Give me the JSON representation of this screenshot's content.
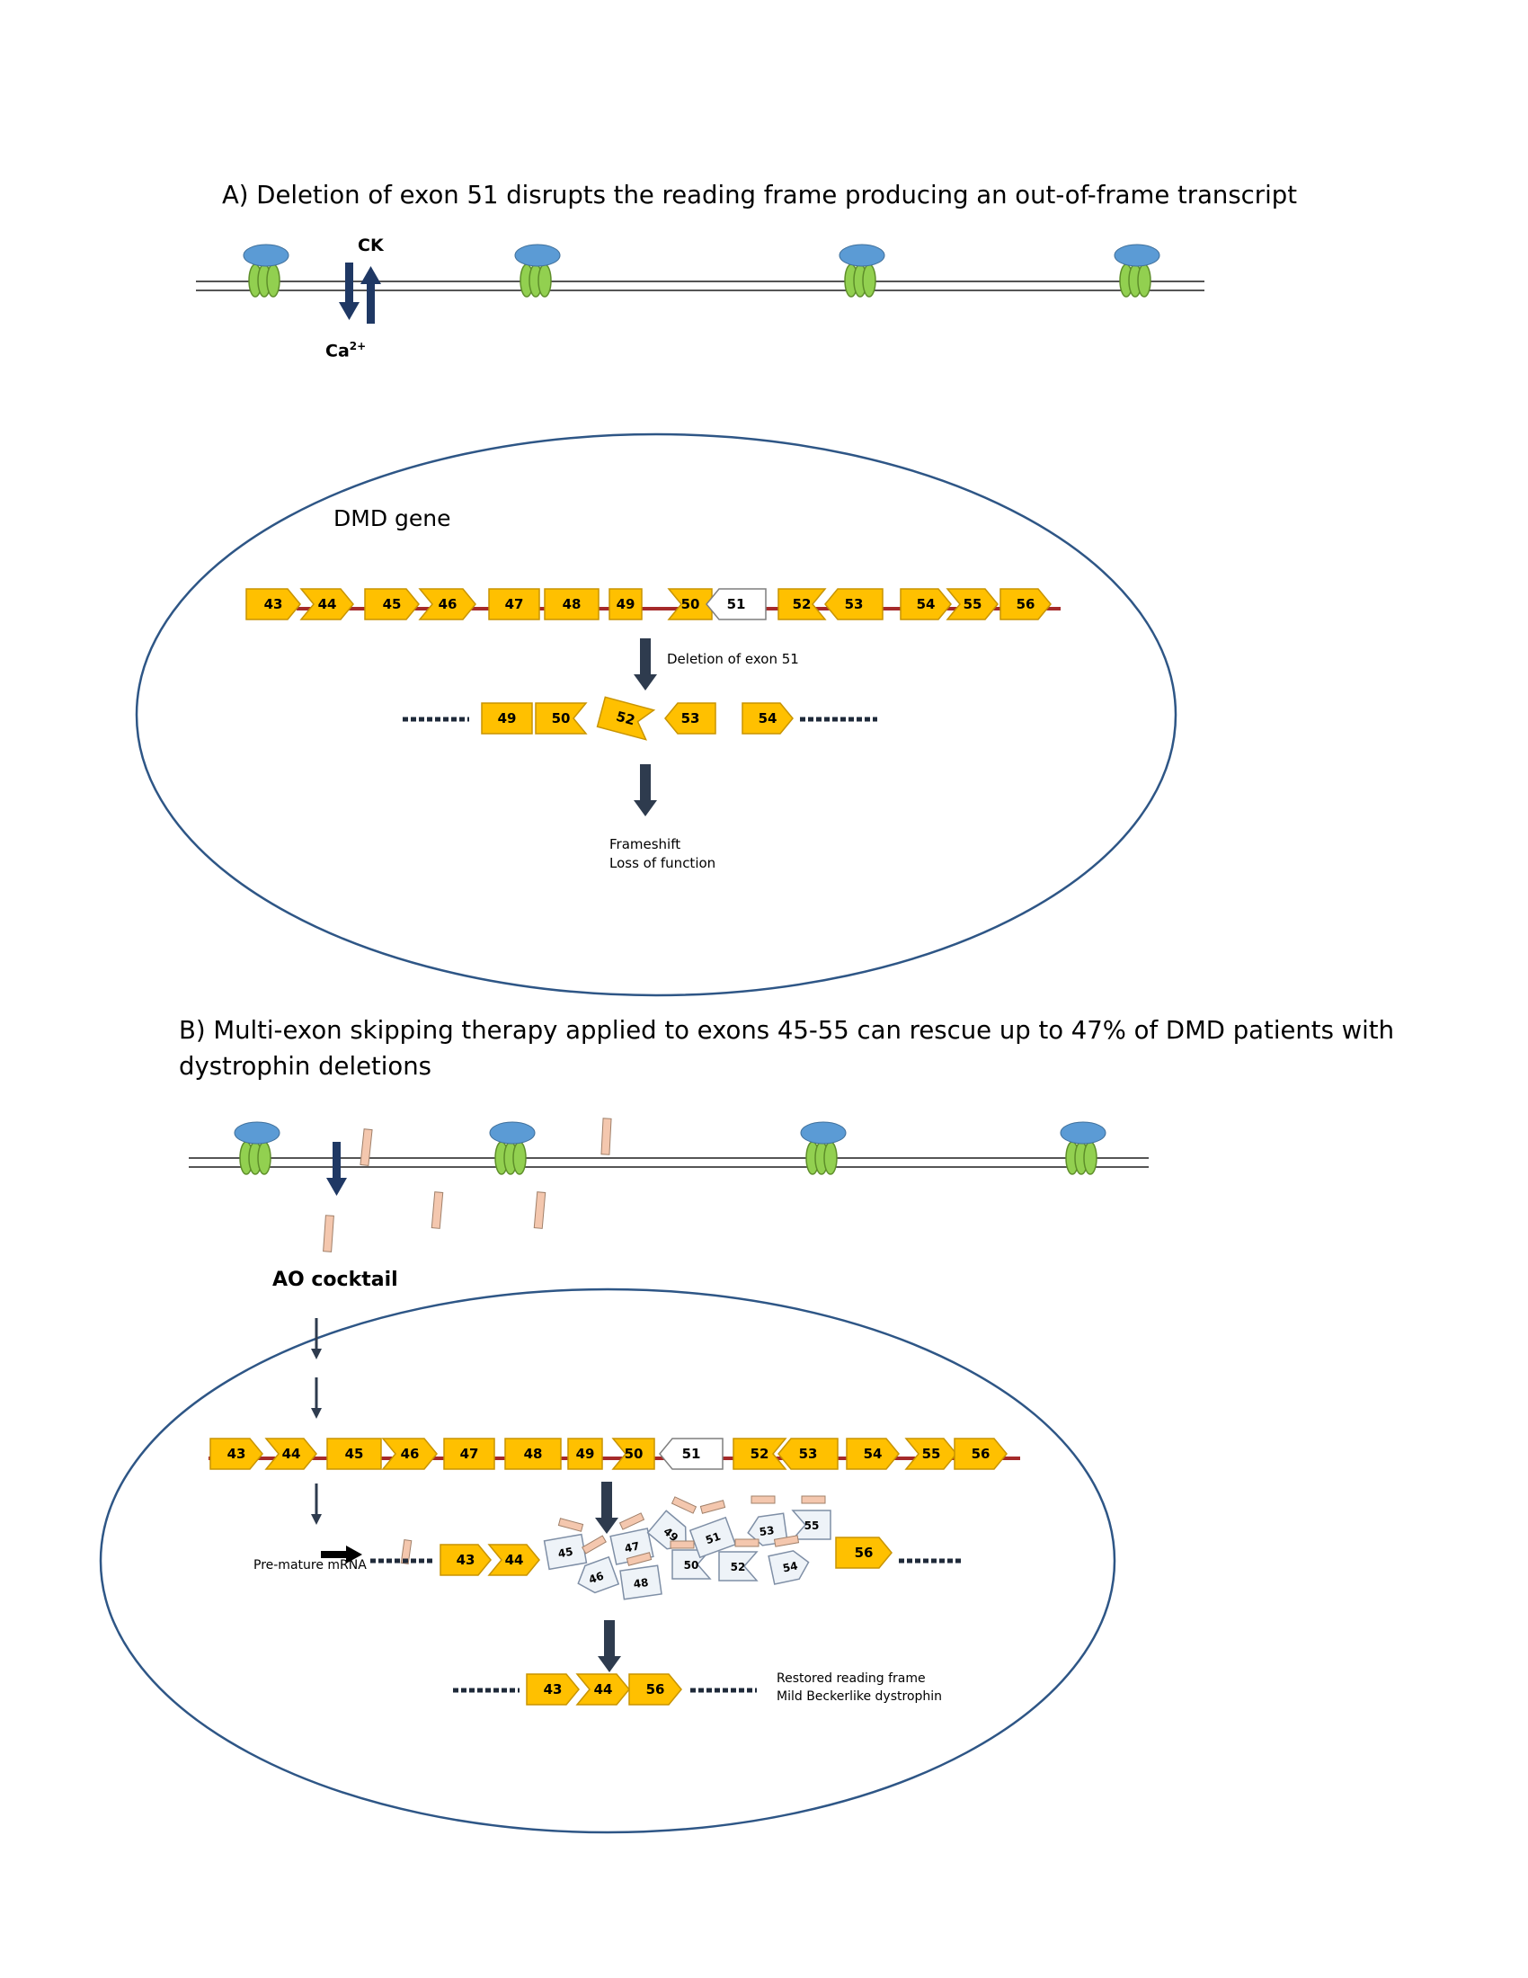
{
  "panel_a": {
    "heading": "A)   Deletion of exon 51 disrupts the reading frame producing an out-of-frame transcript",
    "ck_label": "CK",
    "ca_label": "Ca",
    "ca_superscript": "2+",
    "gene_label": "DMD gene",
    "deletion_label": "Deletion of exon 51",
    "result_line1": "Frameshift",
    "result_line2": "Loss of function",
    "exons": [
      "43",
      "44",
      "45",
      "46",
      "47",
      "48",
      "49",
      "50",
      "51",
      "52",
      "53",
      "54",
      "55",
      "56"
    ],
    "deleted_exon": "51",
    "result_exons": [
      "49",
      "50",
      "52",
      "53",
      "54"
    ]
  },
  "panel_b": {
    "heading_line1": "B) Multi-exon skipping therapy applied to exons 45-55 can rescue up to 47% of DMD patients with",
    "heading_line2": "dystrophin deletions",
    "ao_label": "AO cocktail",
    "premature_label": "Pre-mature mRNA",
    "exons": [
      "43",
      "44",
      "45",
      "46",
      "47",
      "48",
      "49",
      "50",
      "51",
      "52",
      "53",
      "54",
      "55",
      "56"
    ],
    "premature_exons": [
      "43",
      "44"
    ],
    "skipped_exons": [
      "45",
      "46",
      "47",
      "48",
      "49",
      "50",
      "51",
      "52",
      "53",
      "54",
      "55"
    ],
    "premature_tail_exon": "56",
    "final_exons": [
      "43",
      "44",
      "56"
    ],
    "result_line1": "Restored reading frame",
    "result_line2": "Mild Beckerlike dystrophin"
  },
  "colors": {
    "exon_fill": "#FFC000",
    "exon_stroke": "#C89400",
    "deleted_exon_fill": "#FFFFFF",
    "skipped_exon_fill": "#EEF3F8",
    "intron_line": "#A52A2A",
    "arrow": "#2E3B4E",
    "ellipse_stroke": "#2E5686",
    "protein_green": "#92D050",
    "protein_blue": "#5B9BD5",
    "ao_fill": "#F4C7AE"
  },
  "icons": [
    "membrane-protein-icon",
    "down-arrow-icon",
    "up-arrow-icon",
    "right-arrow-icon",
    "ao-oligo-icon"
  ]
}
